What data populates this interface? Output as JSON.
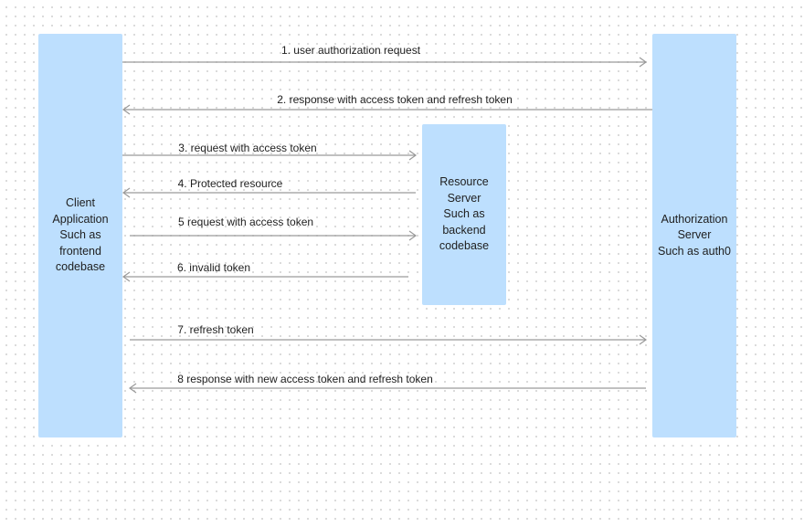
{
  "colors": {
    "box_fill": "#bddffe",
    "arrow": "#9a9a9a",
    "text": "#1e1e1e"
  },
  "participants": {
    "client": {
      "label": "Client\nApplication\nSuch as\nfrontend\ncodebase"
    },
    "resource": {
      "label": "Resource\nServer\nSuch as\nbackend\ncodebase"
    },
    "auth": {
      "label": "Authorization\nServer\nSuch as auth0"
    }
  },
  "messages": [
    {
      "label": "1.  user authorization request",
      "from": "client",
      "to": "auth"
    },
    {
      "label": "2. response with access token and refresh token",
      "from": "auth",
      "to": "client"
    },
    {
      "label": "3. request with access token",
      "from": "client",
      "to": "resource"
    },
    {
      "label": "4. Protected resource",
      "from": "resource",
      "to": "client"
    },
    {
      "label": "5 request with access token",
      "from": "client",
      "to": "resource"
    },
    {
      "label": "6. invalid token",
      "from": "resource",
      "to": "client"
    },
    {
      "label": "7. refresh token",
      "from": "client",
      "to": "auth"
    },
    {
      "label": "8 response with new access token and refresh token",
      "from": "auth",
      "to": "client"
    }
  ]
}
